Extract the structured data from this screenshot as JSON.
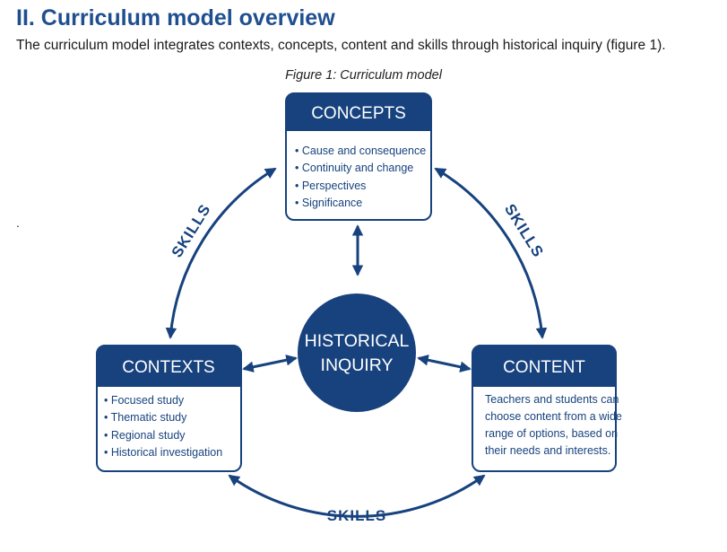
{
  "heading": "II. Curriculum model overview",
  "intro": "The curriculum model integrates contexts, concepts, content and skills through historical inquiry (figure 1).",
  "caption": "Figure 1: Curriculum model",
  "stray_mark": ".",
  "colors": {
    "primary": "#17427e",
    "box_border": "#17427e",
    "hub": "#17427e"
  },
  "diagram": {
    "concepts": {
      "title": "CONCEPTS",
      "items": [
        "• Cause and consequence",
        "• Continuity and change",
        "• Perspectives",
        "• Significance"
      ]
    },
    "contexts": {
      "title": "CONTEXTS",
      "items": [
        "• Focused study",
        "• Thematic study",
        "• Regional study",
        "• Historical investigation"
      ]
    },
    "content": {
      "title": "CONTENT",
      "lines": [
        "Teachers and students can",
        "choose content from a wide",
        "range of options, based on",
        "their needs and interests."
      ]
    },
    "hub": {
      "line1": "HISTORICAL",
      "line2": "INQUIRY"
    },
    "skills_labels": [
      "SKILLS",
      "SKILLS",
      "SKILLS"
    ]
  }
}
